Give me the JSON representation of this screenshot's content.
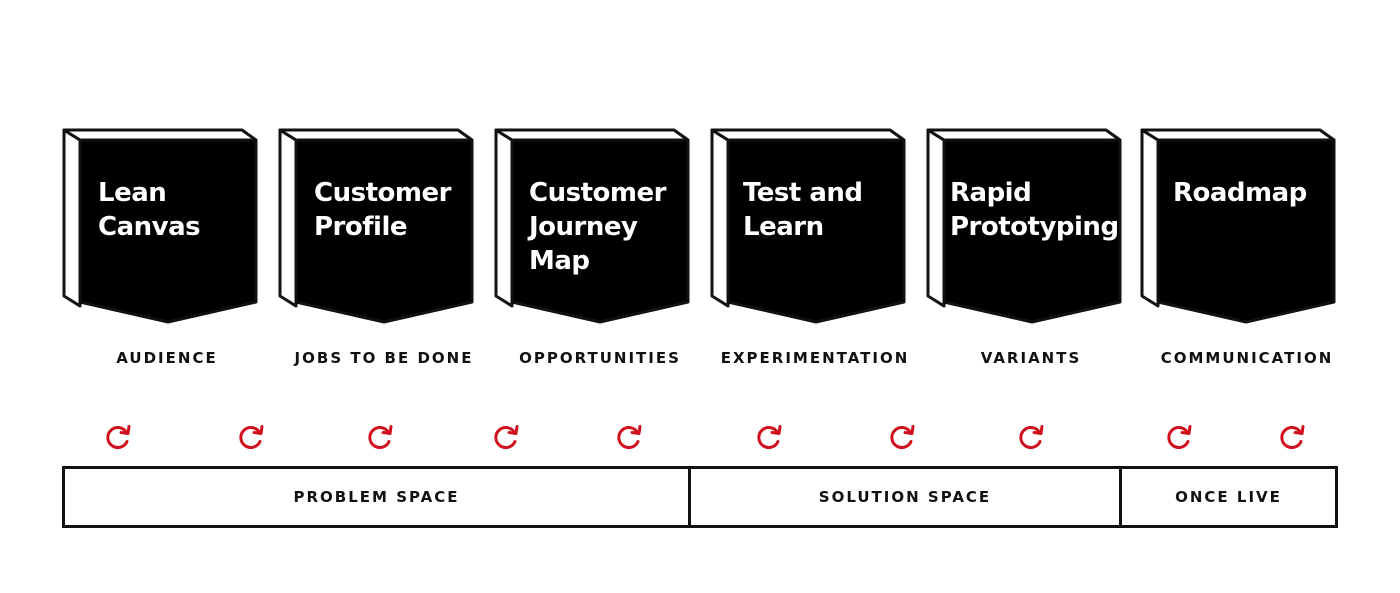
{
  "books": [
    {
      "title": "Lean Canvas",
      "label": "AUDIENCE"
    },
    {
      "title": "Customer Profile",
      "label": "JOBS TO BE DONE"
    },
    {
      "title": "Customer Journey Map",
      "label": "OPPORTUNITIES"
    },
    {
      "title": "Test and Learn",
      "label": "EXPERIMENTATION"
    },
    {
      "title": "Rapid Prototyping",
      "label": "VARIANTS"
    },
    {
      "title": "Roadmap",
      "label": "COMMUNICATION"
    }
  ],
  "cycle_icon_count": 10,
  "cycle_icon_name": "cycle-arrow-icon",
  "phases": [
    {
      "label": "PROBLEM SPACE"
    },
    {
      "label": "SOLUTION SPACE"
    },
    {
      "label": "ONCE LIVE"
    }
  ],
  "colors": {
    "book_fill": "#000000",
    "outline": "#111111",
    "cycle_icon": "#d0101c",
    "background": "#ffffff"
  }
}
